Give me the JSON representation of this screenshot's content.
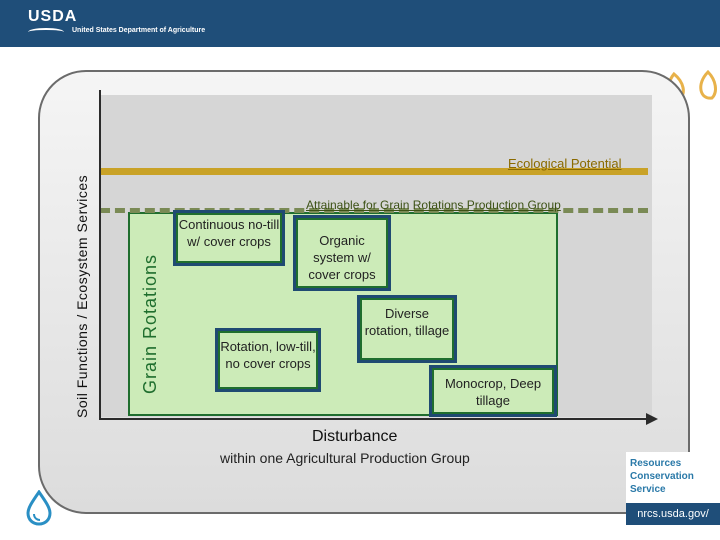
{
  "header": {
    "logo_text": "USDA",
    "department": "United States Department of Agriculture"
  },
  "diagram": {
    "y_axis_label": "Soil Functions / Ecosystem Services",
    "grain_label": "Grain Rotations",
    "ecological_potential": "Ecological Potential",
    "attainable_label": "Attainable for Grain Rotations Production Group",
    "x_axis_label": "Disturbance",
    "x_axis_sublabel": "within one Agricultural Production Group",
    "boxes": [
      {
        "text": "Continuous no-till w/ cover crops"
      },
      {
        "text": "Organic system w/ cover crops"
      },
      {
        "text": "Rotation, low-till, no cover crops"
      },
      {
        "text": "Diverse rotation, tillage"
      },
      {
        "text": "Monocrop, Deep tillage"
      }
    ]
  },
  "footer": {
    "nrcs_text": "Resources Conservation Service",
    "nrcs_url": "nrcs.usda.gov/"
  },
  "colors": {
    "header": "#1f4e79",
    "ecological_line": "#c9a227",
    "green_fill": "#ccebb8",
    "green_border": "#1f6e2e"
  }
}
